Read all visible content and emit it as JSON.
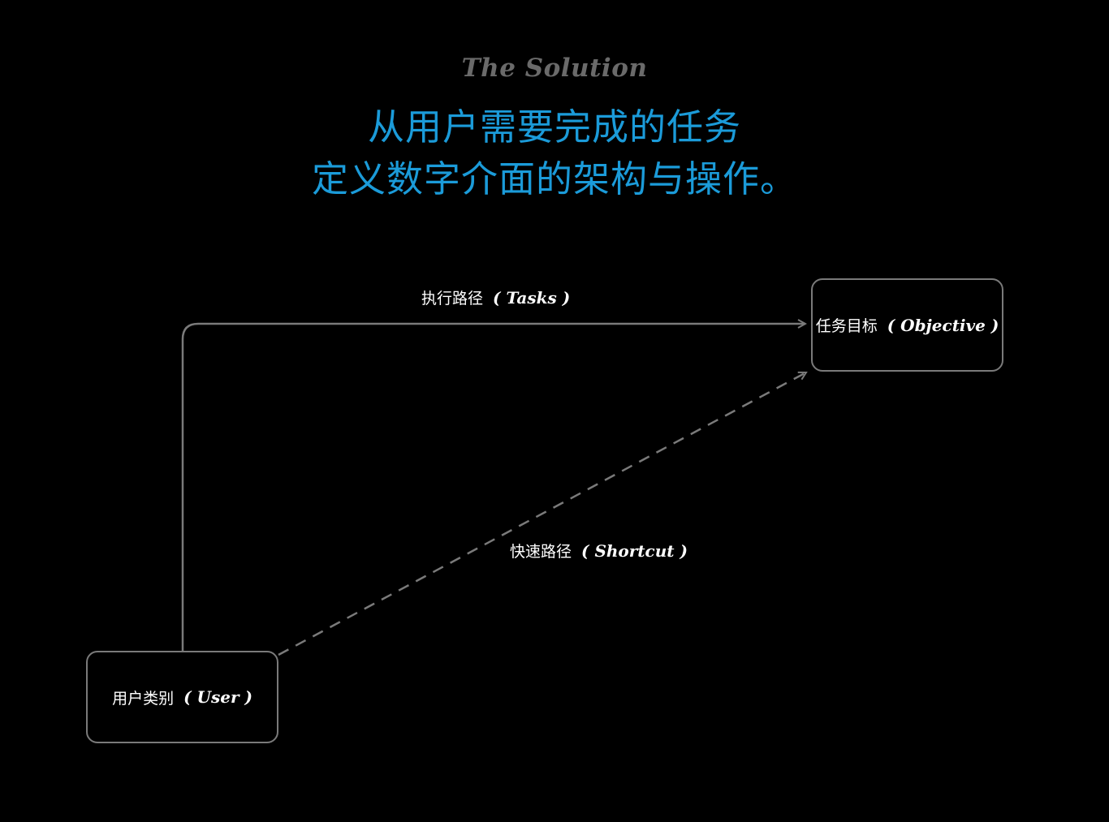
{
  "kicker": "The Solution",
  "headline": {
    "line1": "从用户需要完成的任务",
    "line2": "定义数字介面的架构与操作。"
  },
  "nodes": {
    "user": {
      "zh": "用户类别",
      "en": "( User )"
    },
    "objective": {
      "zh": "任务目标",
      "en": "( Objective )"
    }
  },
  "edges": {
    "tasks": {
      "zh": "执行路径",
      "en": "( Tasks )",
      "style": "solid"
    },
    "shortcut": {
      "zh": "快速路径",
      "en": "( Shortcut )",
      "style": "dashed"
    }
  },
  "colors": {
    "background": "#000000",
    "headline": "#1b9bd9",
    "kicker": "#6a6a6a",
    "lines": "#7a7a7a",
    "text": "#ffffff"
  }
}
